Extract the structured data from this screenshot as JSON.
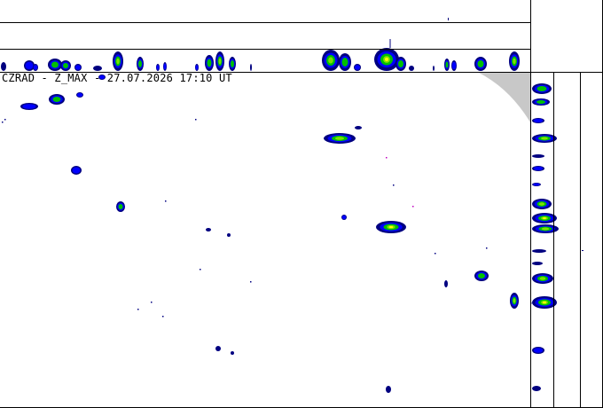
{
  "header": {
    "caption": "CZRAD - Z_MAX - 27.07.2026 17:10 UT"
  },
  "colors": {
    "background": "#ffffff",
    "frame": "#000000",
    "no_coverage": "#c8c8c8",
    "echo_scale": [
      "#000080",
      "#0000ff",
      "#00a0ff",
      "#00c000",
      "#80e000",
      "#ffff00",
      "#ffa000",
      "#ff0000",
      "#c000c0"
    ]
  },
  "panels": {
    "main_map": "plan-view",
    "top_strip": "north-south-projection",
    "right_strip": "west-east-projection"
  }
}
